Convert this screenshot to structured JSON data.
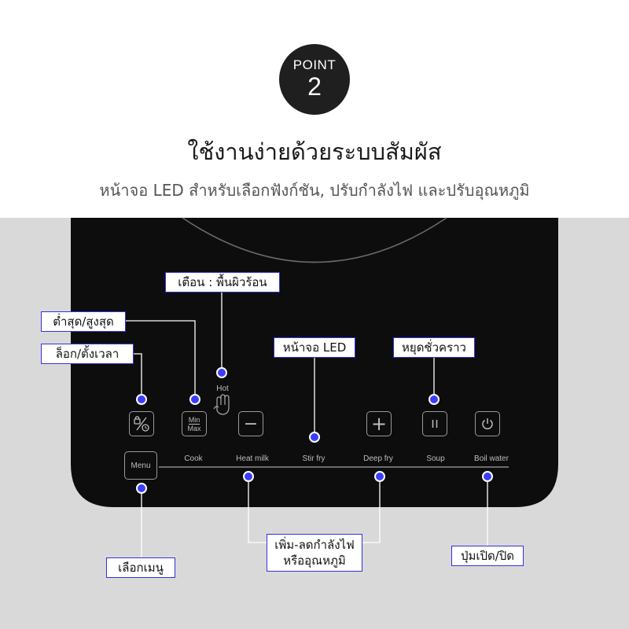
{
  "point": {
    "label": "POINT",
    "number": "2"
  },
  "headline": "ใช้งานง่ายด้วยระบบสัมผัส",
  "subhead": "หน้าจอ LED สำหรับเลือกฟังก์ชัน, ปรับกำลังไฟ และปรับอุณหภูมิ",
  "panel": {
    "hot_label": "Hot",
    "minmax": {
      "min": "Min",
      "max": "Max"
    },
    "menu_button": "Menu",
    "functions": [
      "Cook",
      "Heat milk",
      "Stir fry",
      "Deep fry",
      "Soup",
      "Boil water"
    ]
  },
  "callouts": {
    "hot_warning": "เตือน : พื้นผิวร้อน",
    "min_max": "ต่ำสุด/สูงสุด",
    "lock_timer": "ล็อก/ตั้งเวลา",
    "led_display": "หน้าจอ LED",
    "pause": "หยุดชั่วคราว",
    "menu_select": "เลือกเมนู",
    "power_adjust_1": "เพิ่ม-ลดกำลังไฟ",
    "power_adjust_2": "หรืออุณหภูมิ",
    "power_onoff": "ปุ่มเปิด/ปิด"
  },
  "colors": {
    "panel": "#0d0d0d",
    "accent": "#3d3dff",
    "background": "#d9d9d9"
  }
}
